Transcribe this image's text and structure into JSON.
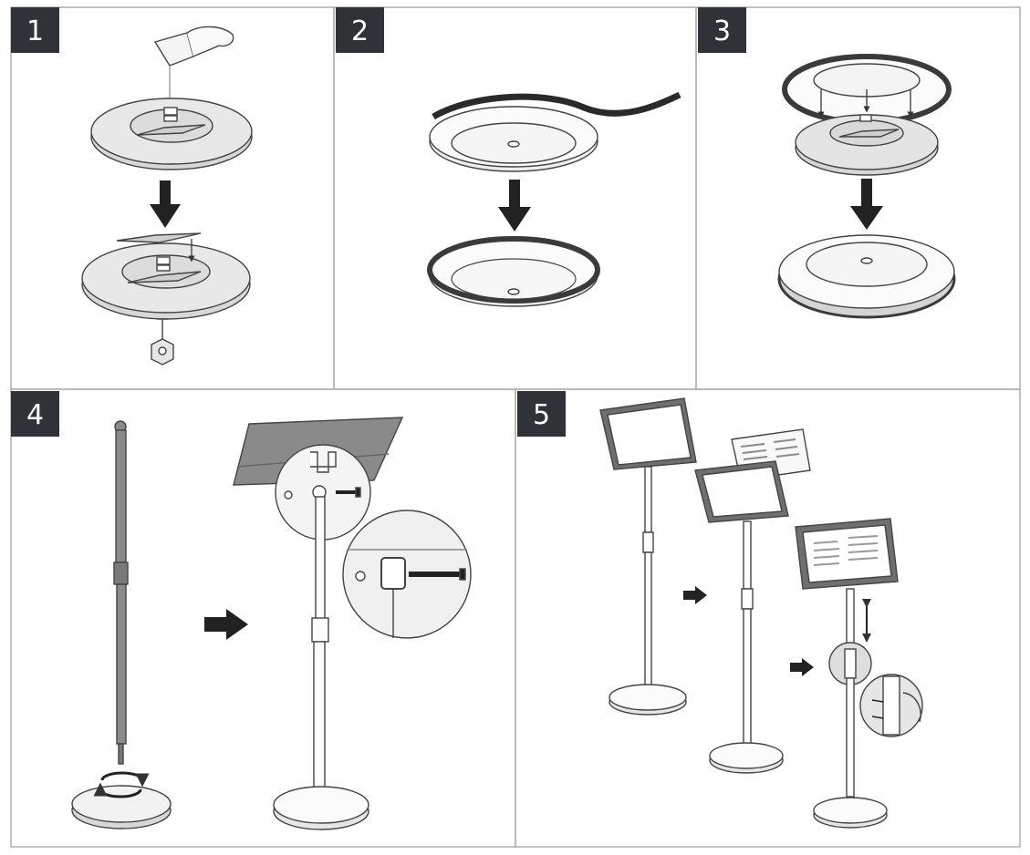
{
  "steps": [
    {
      "number": "1"
    },
    {
      "number": "2"
    },
    {
      "number": "3"
    },
    {
      "number": "4"
    },
    {
      "number": "5"
    }
  ],
  "colors": {
    "badge": "#2f3237",
    "line": "#444444",
    "base_fill": "#e6e6e6",
    "base_dark": "#cfcfcf",
    "pole_fill": "#8a8a8a",
    "frame_fill": "#6f6f6f",
    "background": "#ffffff"
  },
  "icons": [
    "water-cup-icon",
    "down-arrow-icon",
    "right-arrow-icon",
    "rotate-icon",
    "screw-icon",
    "nut-icon",
    "double-arrow-icon"
  ]
}
